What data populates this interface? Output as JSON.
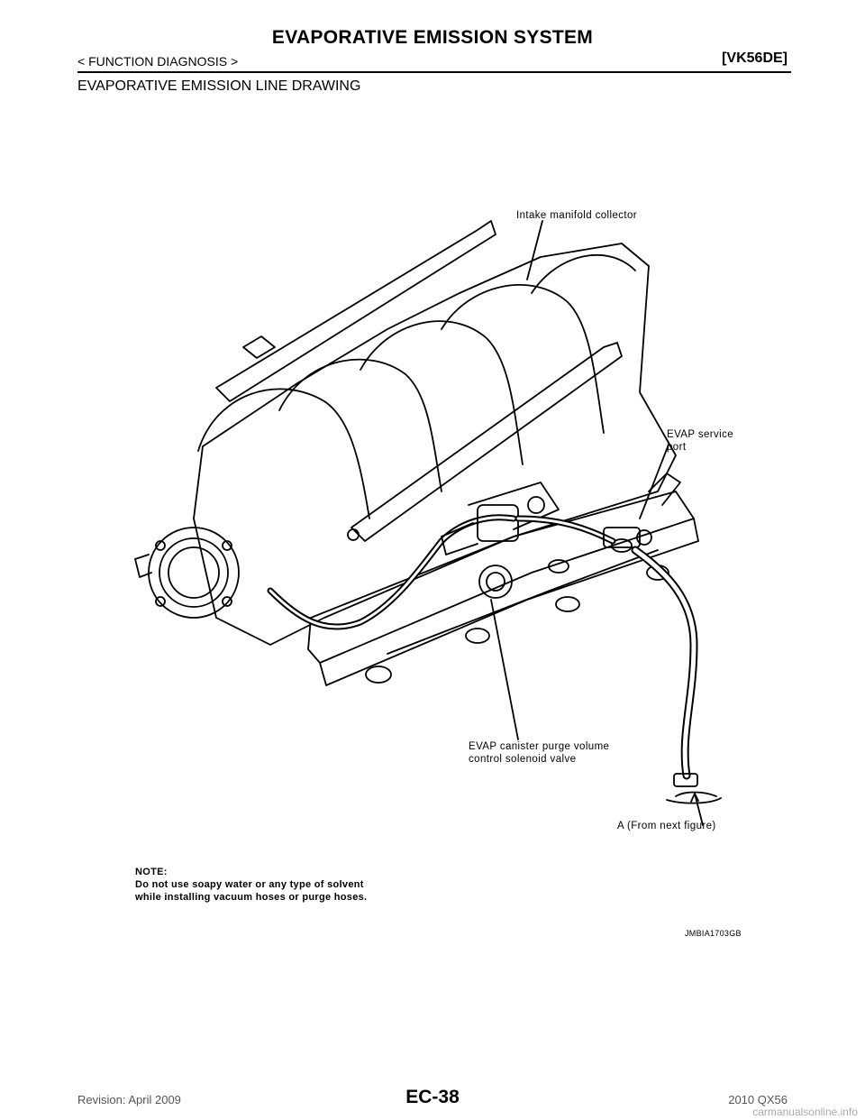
{
  "header": {
    "title": "EVAPORATIVE EMISSION SYSTEM",
    "breadcrumb": "< FUNCTION DIAGNOSIS >",
    "model_tag": "[VK56DE]"
  },
  "section_title": "EVAPORATIVE EMISSION LINE DRAWING",
  "figure": {
    "label_collector": "Intake manifold collector",
    "label_service_port": "EVAP service\nport",
    "label_solenoid": "EVAP canister purge volume\ncontrol solenoid valve",
    "label_a": "A (From next figure)",
    "note_heading": "NOTE:",
    "note_line1": "Do not use soapy water or any type of solvent",
    "note_line2": "while installing vacuum hoses or purge hoses.",
    "image_code": "JMBIA1703GB"
  },
  "footer": {
    "revision": "Revision: April 2009",
    "page_number": "EC-38",
    "model_year": "2010 QX56",
    "watermark": "carmanualsonline.info"
  }
}
